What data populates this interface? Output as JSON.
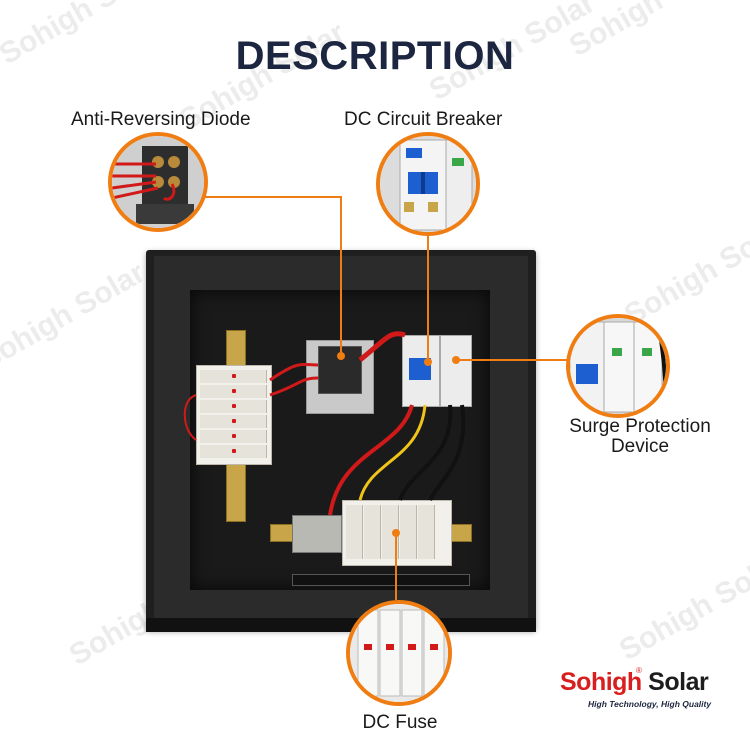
{
  "heading": "DESCRIPTION",
  "callouts": {
    "diode": "Anti-Reversing Diode",
    "breaker": "DC Circuit Breaker",
    "spd_line1": "Surge Protection",
    "spd_line2": "Device",
    "fuse": "DC Fuse"
  },
  "watermark": "Sohigh Solar",
  "brand": {
    "name_part1": "Sohigh",
    "name_part2": "Solar",
    "reg_mark": "®",
    "tagline": "High Technology, High Quality"
  },
  "colors": {
    "accent": "#f07d12",
    "brand_red": "#d81e1e",
    "heading": "#1d2640"
  }
}
